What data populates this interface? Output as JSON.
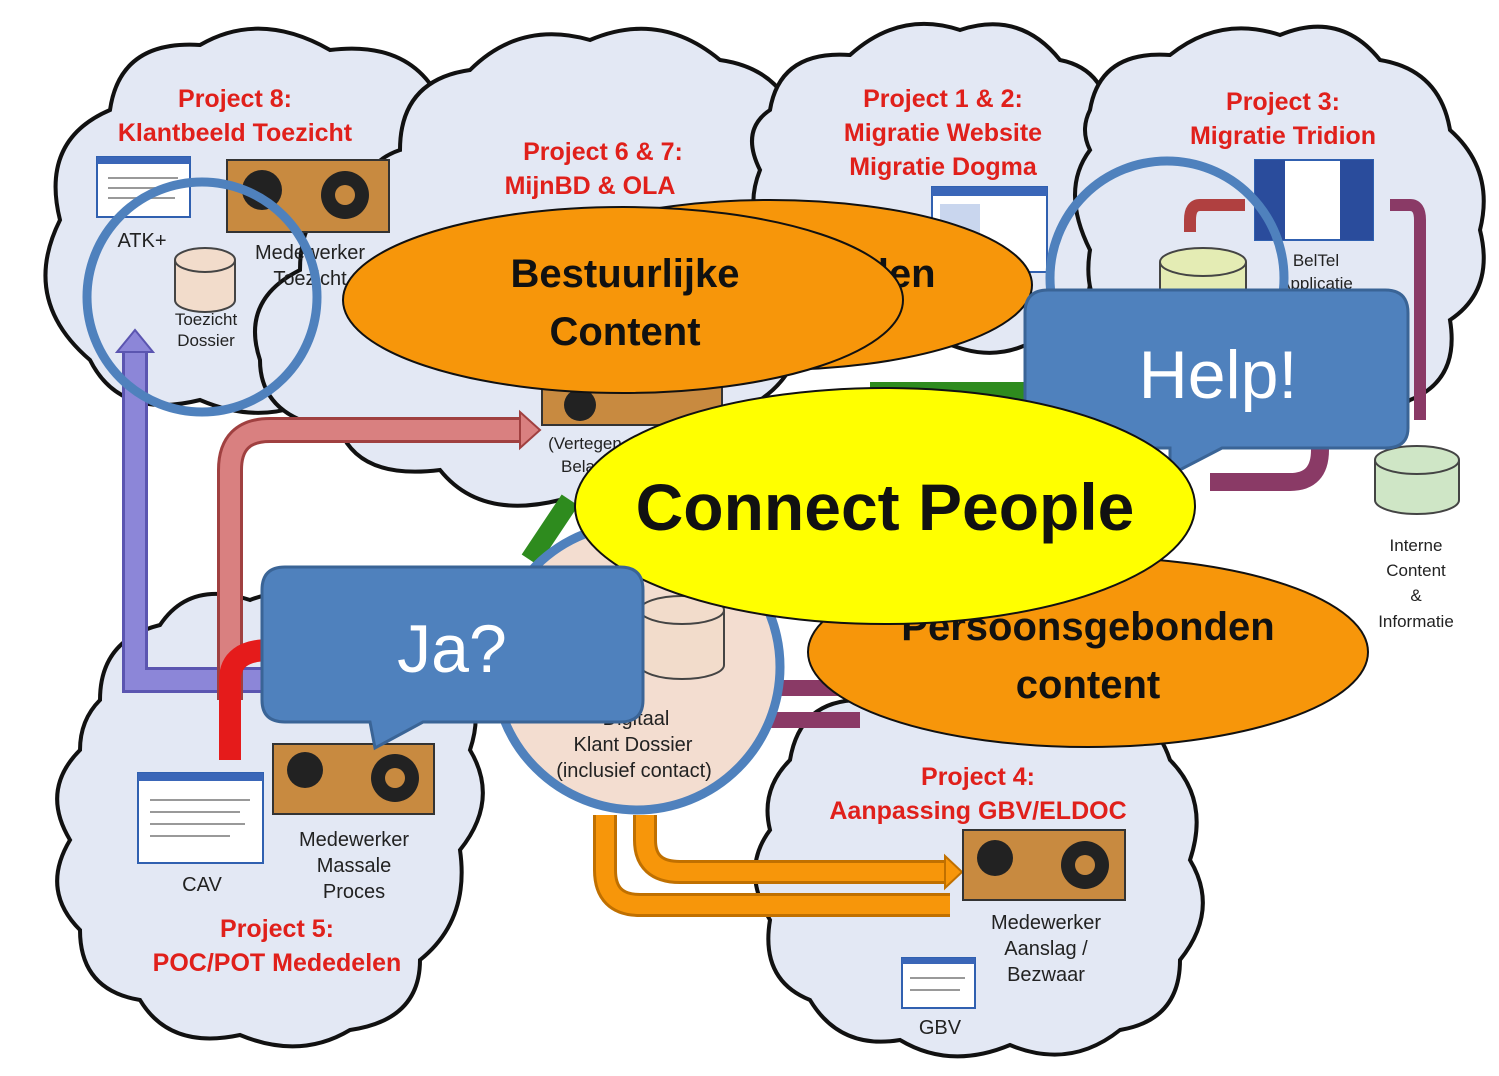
{
  "clouds": {
    "p8": {
      "title1": "Project 8:",
      "title2": "Klantbeeld Toezicht",
      "doc_label": "ATK+",
      "person_label1": "Medewerker",
      "person_label2": "Toezicht",
      "db_label1": "Toezicht",
      "db_label2": "Dossier"
    },
    "p67": {
      "title1": "Project 6 & 7:",
      "title2": "MijnBD & OLA",
      "person_label1": "(Vertegen",
      "person_label2": "Bela"
    },
    "p12": {
      "title1": "Project 1 & 2:",
      "title2": "Migratie Website",
      "title3": "Migratie Dogma"
    },
    "p3": {
      "title1": "Project 3:",
      "title2": "Migratie Tridion",
      "app_label1": "BelTel",
      "app_label2": "Applicatie"
    },
    "p5": {
      "title1": "Project 5:",
      "title2": "POC/POT Mededelen",
      "doc_label": "CAV",
      "person_label1": "Medewerker",
      "person_label2": "Massale",
      "person_label3": "Proces"
    },
    "p4": {
      "title1": "Project 4:",
      "title2": "Aanpassing GBV/ELDOC",
      "doc_label": "GBV",
      "person_label1": "Medewerker",
      "person_label2": "Aanslag /",
      "person_label3": "Bezwaar"
    }
  },
  "center_db": {
    "label1": "Digitaal",
    "label2": "Klant Dossier",
    "label3": "(inclusief contact)"
  },
  "internal_db": {
    "label1": "Interne",
    "label2": "Content",
    "label3": "&",
    "label4": "Informatie"
  },
  "ovals": {
    "bestuurlijke": {
      "line1": "Bestuurlijke",
      "line2": "Content"
    },
    "hidden_behind": {
      "fragment": "den"
    },
    "persoonsgebonden": {
      "line1": "Persoonsgebonden",
      "line2": "content"
    },
    "connect_people": {
      "label": "Connect People"
    }
  },
  "callouts": {
    "help": "Help!",
    "ja": "Ja?"
  },
  "colors": {
    "cloud_fill": "#e3e8f4",
    "title_red": "#e0201b",
    "oval_orange": "#f7960a",
    "oval_yellow": "#ffff00",
    "callout_blue": "#4f81bd",
    "arrow_purple": "#8a3a66",
    "arrow_green": "#2e8b1e",
    "arrow_orange": "#f7960a",
    "arrow_red": "#e51b1b",
    "arrow_pink": "#d98080",
    "arrow_lilac": "#8c86d8"
  }
}
